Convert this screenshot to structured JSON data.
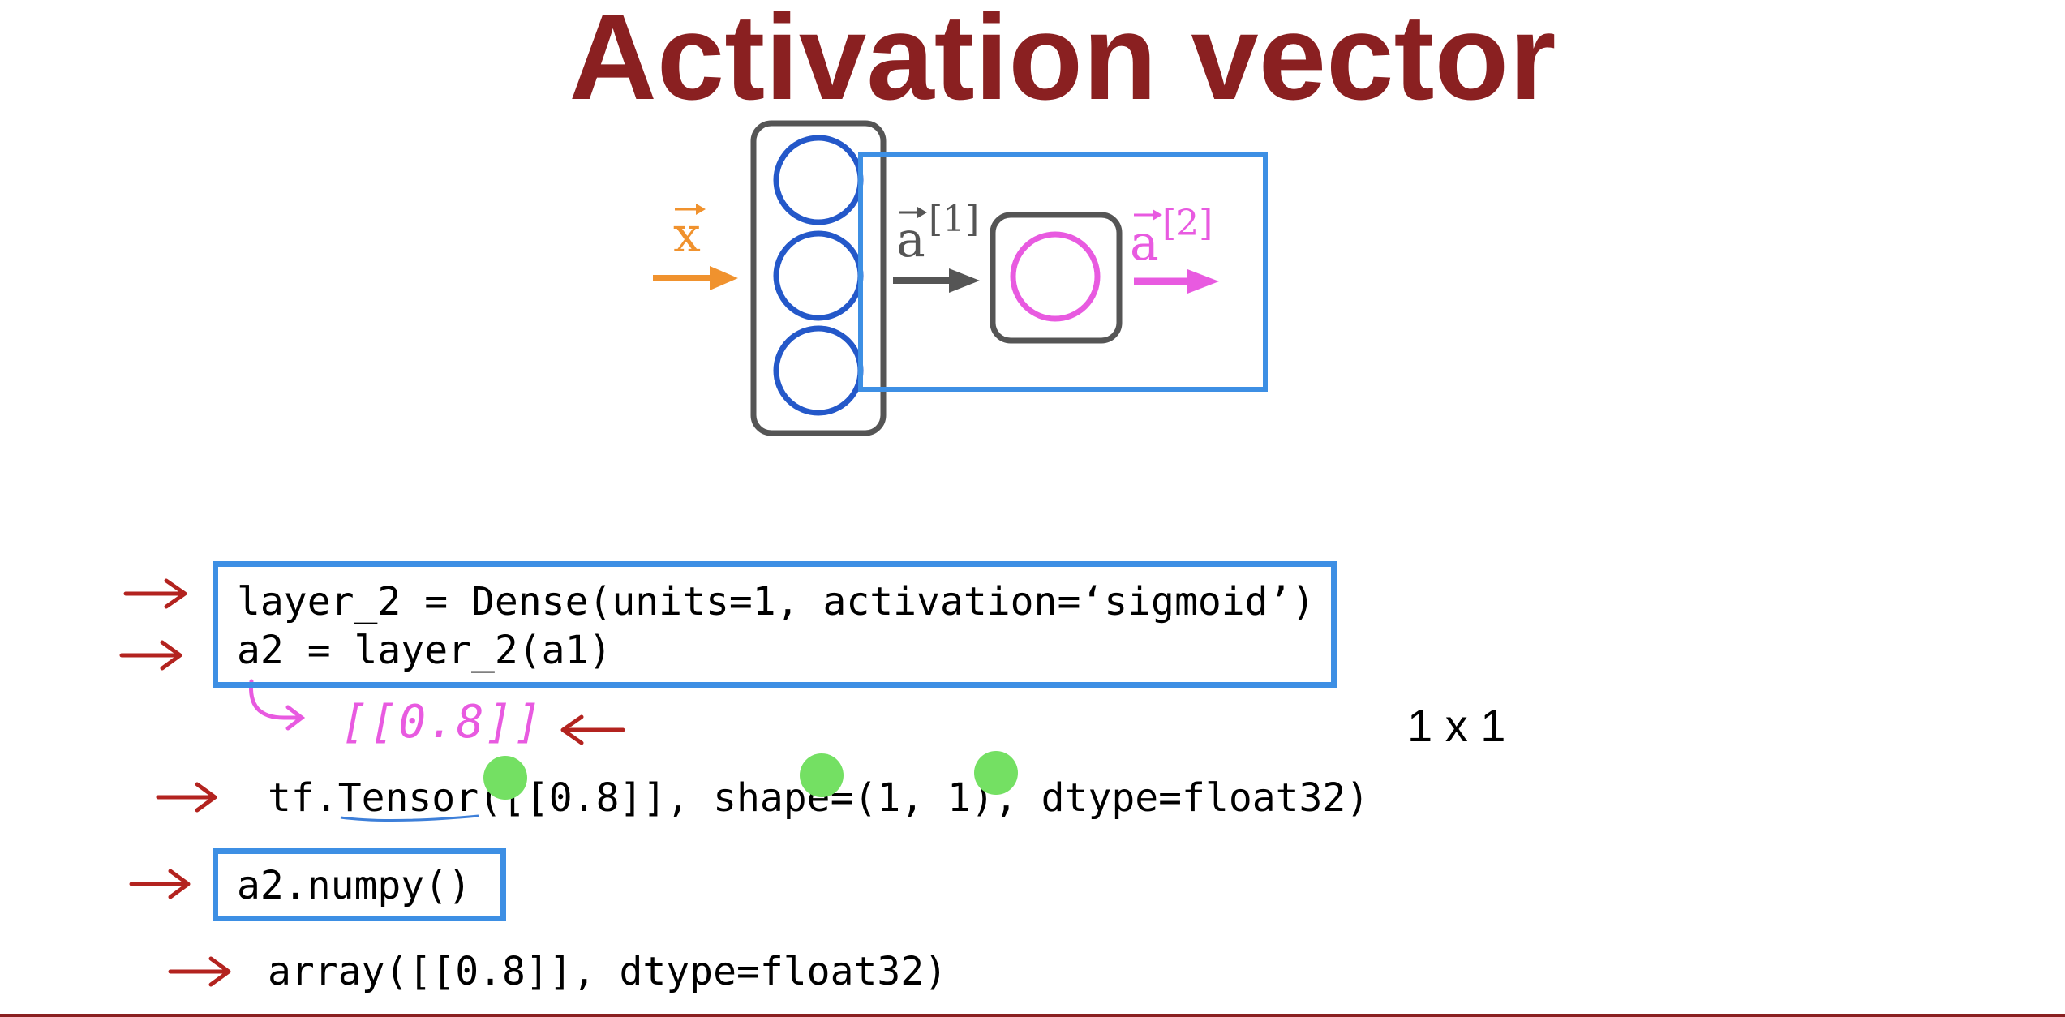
{
  "slide": {
    "title": "Activation vector"
  },
  "diagram": {
    "input_label": "x",
    "hidden_output_label": "a",
    "hidden_output_superscript": "[1]",
    "final_output_label": "a",
    "final_output_superscript": "[2]",
    "hidden_units": 3,
    "output_units": 1,
    "colors": {
      "input": "#f0922e",
      "layer_box": "#555555",
      "neuron_hidden": "#2458c9",
      "neuron_output": "#e85ae0",
      "highlight_box": "#3d8fe4",
      "arrow_gray": "#555555",
      "output_pink": "#e85ae0"
    }
  },
  "code": {
    "line1": "layer_2 = Dense(units=1, activation=‘sigmoid’)",
    "line2": "a2 = layer_2(a1)",
    "handwritten_value": "[[0.8]]",
    "tensor_line": "tf.Tensor([[0.8]], shape=(1, 1), dtype=float32)",
    "numpy_call": "a2.numpy()",
    "array_line": "array([[0.8]], dtype=float32)"
  },
  "annotation": {
    "shape_label": "1 x 1"
  },
  "colors": {
    "title": "#8a2021",
    "annotation_arrow": "#b3231f",
    "handwriting": "#e85ae0",
    "underline": "#3d7fd9",
    "cursor_dot": "#74e063"
  }
}
